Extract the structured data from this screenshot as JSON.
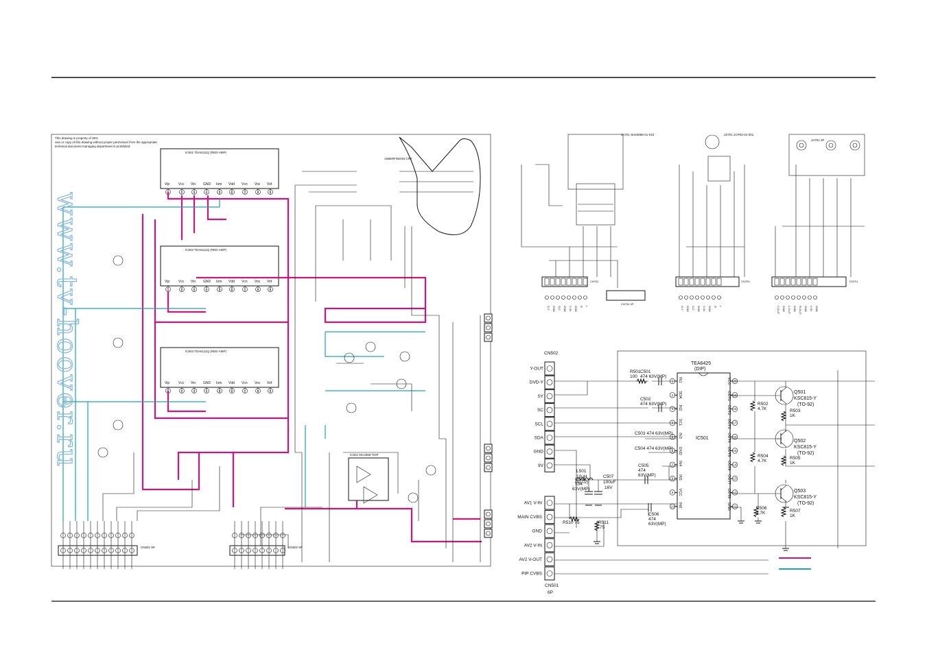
{
  "watermark": "www.tv-hoover.ru",
  "colors": {
    "highlight": "#d0157a",
    "secondary": "#1aa0c0",
    "watermark": "#7fb4dc"
  },
  "left_sheet": {
    "notice": [
      "This drawing is property of SEC",
      "Use or copy of this drawing without proper permission from the appropriate",
      "technical document managing department is prohibited"
    ],
    "amps": [
      {
        "ref": "IC601 TDA6111Q (RED-AMP)"
      },
      {
        "ref": "IC602 TDA6111Q (RED-AMP)"
      },
      {
        "ref": "IC603 TDA6111Q (RED-AMP)"
      }
    ],
    "amp_pins": [
      "Vip",
      "Vcc",
      "Vin",
      "GND",
      "Iom",
      "Vdd",
      "Vcn",
      "Voc",
      "Vof"
    ],
    "amp_pin_numbers": [
      "1",
      "2",
      "3",
      "4",
      "5",
      "6",
      "7",
      "8",
      "9"
    ],
    "crt_label": "A68ERF95X48 CRT",
    "connectors": [
      "CN801 9P",
      "CN802 9P"
    ],
    "opamp_label": "IC501 MC4558 TDIP"
  },
  "av_panels": {
    "jacks": [
      {
        "ref": "JA701 SH20885-01-010",
        "header": "CN702",
        "pins": [
          "S-Y",
          "GND",
          "S-C",
          "GND",
          "V-IN",
          "GND",
          "R",
          "L"
        ]
      },
      {
        "ref": "JS701 2CP02-01-001",
        "header": "CN703",
        "pins": [
          "S-Y",
          "GND",
          "S-C",
          "GND",
          "V-IN",
          "GND",
          "R",
          "L"
        ]
      },
      {
        "ref": "JA701 3P",
        "header": "CN701",
        "pins": [
          "V-OUT",
          "GND",
          "L-OUT",
          "GND",
          "R-OUT",
          "GND",
          "V-IN",
          "GND"
        ]
      }
    ],
    "small_header": "CN704 4P"
  },
  "switch_section": {
    "ic_name": "TEA6425",
    "ic_package": "(DIP)",
    "ic_ref": "IC501",
    "connector_top": "CN502",
    "connector_bottom": "CN501",
    "connector_bottom_pins": "6P",
    "top_inputs": [
      "Y-OUT",
      "DVD-Y",
      "SY",
      "SC",
      "SCL",
      "SDA",
      "GND",
      "9V"
    ],
    "bottom_inputs": [
      "AV1 V-IN",
      "MAIN CVBS",
      "GND",
      "AV2 V-IN",
      "AV2 V-OUT",
      "PIP CVBS"
    ],
    "ic_left_pins": [
      {
        "num": "1",
        "name": "IN1"
      },
      {
        "num": "2",
        "name": "SDA"
      },
      {
        "num": "3",
        "name": "IN2"
      },
      {
        "num": "4",
        "name": "SCL"
      },
      {
        "num": "5",
        "name": "IN3"
      },
      {
        "num": "6",
        "name": "GND"
      },
      {
        "num": "7",
        "name": "IN4"
      },
      {
        "num": "8",
        "name": "IN5"
      },
      {
        "num": "9",
        "name": "VCC"
      },
      {
        "num": "10",
        "name": "IN6"
      }
    ],
    "ic_right_pins": [
      {
        "num": "20",
        "name": "VCC"
      },
      {
        "num": "19",
        "name": "OUT1"
      },
      {
        "num": "18",
        "name": "OUT2"
      },
      {
        "num": "17",
        "name": "OUT3"
      },
      {
        "num": "16",
        "name": "OUT4"
      },
      {
        "num": "15",
        "name": "OUT5"
      },
      {
        "num": "14",
        "name": "OUT6"
      },
      {
        "num": "13",
        "name": "OUT7"
      },
      {
        "num": "12",
        "name": "OUT8"
      },
      {
        "num": "11",
        "name": "GND"
      }
    ],
    "resistors": {
      "r501": "R501",
      "r501_val": "100",
      "r502": "R502",
      "r502_val": "4.7K",
      "r503": "R503",
      "r503_val": "1K",
      "r504": "R504",
      "r504_val": "4.7K",
      "r505": "R505",
      "r505_val": "1K",
      "r506": "R506",
      "r506_val": "4.7K",
      "r507": "R507",
      "r507_val": "1K",
      "r510": "R510 75",
      "r511": "R511",
      "r511_val": "75"
    },
    "caps": {
      "c501": "C501",
      "c501_val": "474 63V(MP)",
      "c502": "C502",
      "c502_val": "474 63V(MP)",
      "c503": "C503 474 63V(MP)",
      "c504": "C504 474 63V(MP)",
      "c505": "C505",
      "c505_val1": "474",
      "c505_val2": "63V(MP)",
      "c506": "C506",
      "c506_val1": "474",
      "c506_val2": "63V(MP)",
      "c508": "C508",
      "c508_val1": "104",
      "c508_val2": "63V(MP)",
      "c507": "C507",
      "c507_val1": "100uF",
      "c507_val2": "16V"
    },
    "inductor": {
      "ref": "L501",
      "val1": "10uH",
      "val2": "(AL02)"
    },
    "transistors": [
      {
        "ref": "Q501",
        "part": "KSC815-Y",
        "pkg": "(TO-92)"
      },
      {
        "ref": "Q502",
        "part": "KSC815-Y",
        "pkg": "(TO-92)"
      },
      {
        "ref": "Q503",
        "part": "KSC815-Y",
        "pkg": "(TO-92)"
      }
    ]
  }
}
